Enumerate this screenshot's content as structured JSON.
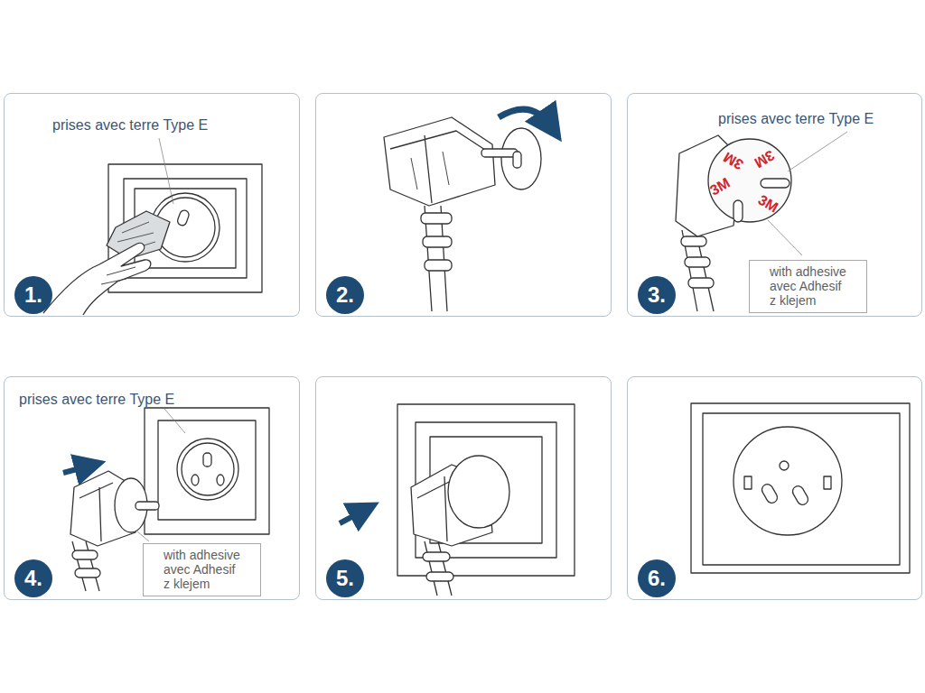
{
  "diagram": {
    "nodes": [
      {
        "text": [
          "prises avec terre Type E"
        ]
      },
      {
        "text": [
          "1."
        ],
        "in": 0
      },
      {
        "text": []
      },
      {
        "text": [
          "2."
        ],
        "in": 2
      },
      {
        "text": [
          "prises avec terre Type E"
        ]
      },
      {
        "text": [
          "with adhesive",
          "avec Adhesif",
          "z klejem"
        ],
        "in": 4
      },
      {
        "text": [
          "3."
        ],
        "in": 4
      },
      {
        "text": [
          "prises avec terre Type E"
        ]
      },
      {
        "text": [
          "with adhesive",
          "avec Adhesif",
          "z klejem"
        ],
        "in": 7
      },
      {
        "text": [
          "4."
        ],
        "in": 7
      },
      {
        "text": []
      },
      {
        "text": [
          "5."
        ],
        "in": 10
      },
      {
        "text": []
      },
      {
        "text": [
          "6."
        ],
        "in": 12
      }
    ],
    "labels": [
      "3M",
      "3M",
      "3M",
      "3M"
    ]
  }
}
